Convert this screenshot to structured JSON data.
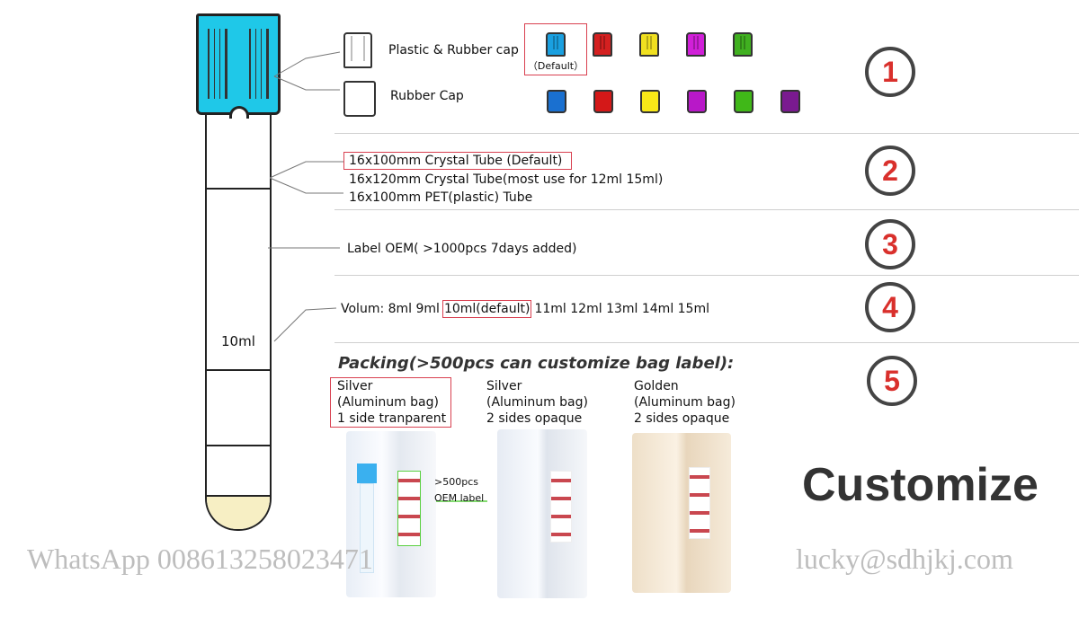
{
  "tube": {
    "volume_label": "10ml",
    "cap_color": "#1fc8e8",
    "bottom_color": "#f7efc4"
  },
  "section1": {
    "number": "1",
    "plastic_cap_label": "Plastic & Rubber cap",
    "default_label": "（Default）",
    "rubber_cap_label": "Rubber Cap",
    "plastic_cap_colors": [
      "#1aa0e0",
      "#d42020",
      "#f0e020",
      "#d020d8",
      "#40b020"
    ],
    "rubber_cap_colors": [
      "#1a70d0",
      "#d41818",
      "#f8e818",
      "#b818c8",
      "#40b818",
      "#7a1a90"
    ]
  },
  "section2": {
    "number": "2",
    "options": [
      "16x100mm Crystal Tube (Default)",
      "16x120mm Crystal Tube(most use for 12ml 15ml)",
      "16x100mm PET(plastic) Tube"
    ]
  },
  "section3": {
    "number": "3",
    "text": "Label OEM( >1000pcs  7days added)"
  },
  "section4": {
    "number": "4",
    "prefix": "Volum: 8ml 9ml",
    "default": "10ml(default)",
    "suffix": "11ml 12ml 13ml 14ml 15ml"
  },
  "section5": {
    "number": "5",
    "title": "Packing(>500pcs can customize bag label):",
    "bags": [
      {
        "lines": [
          "Silver",
          "(Aluminum bag)",
          "1 side tranparent"
        ]
      },
      {
        "lines": [
          "Silver",
          "(Aluminum bag)",
          "2 sides opaque"
        ]
      },
      {
        "lines": [
          "Golden",
          "(Aluminum bag)",
          "2 sides opaque"
        ]
      }
    ],
    "oem_note": [
      ">500pcs",
      "OEM label"
    ]
  },
  "customize": "Customize",
  "watermark_left": "WhatsApp 008613258023471",
  "watermark_right": "lucky@sdhjkj.com"
}
